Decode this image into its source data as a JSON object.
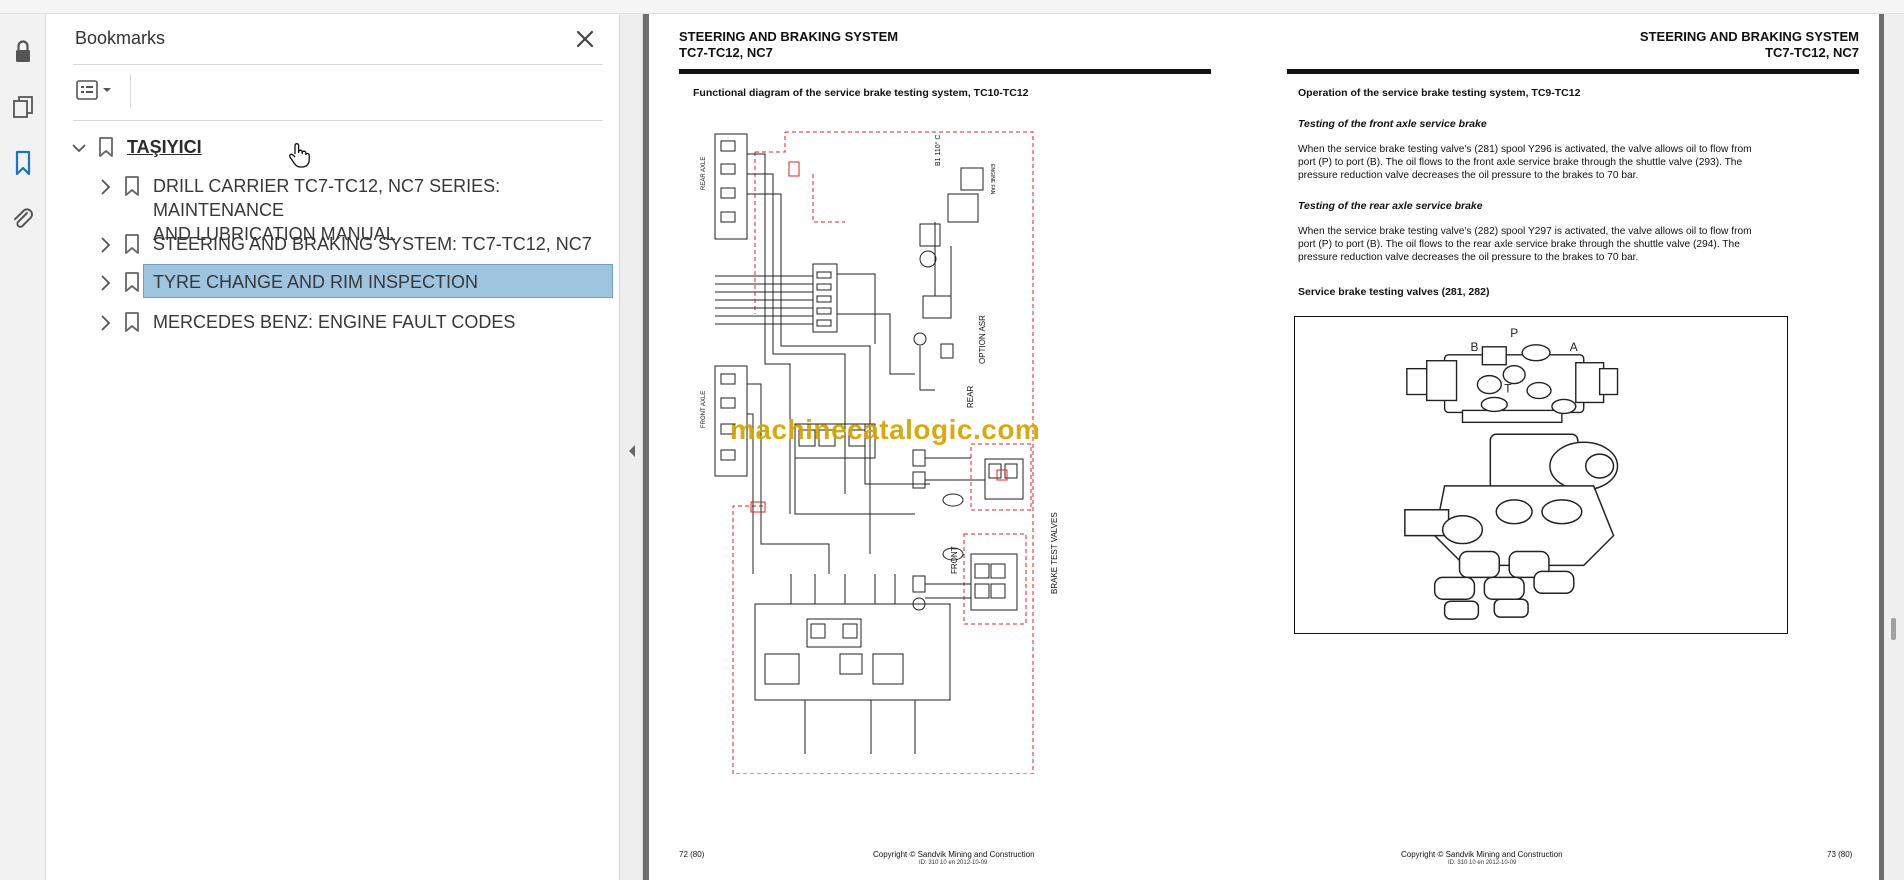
{
  "bookmarks_panel": {
    "title": "Bookmarks",
    "items": [
      {
        "label": "TAŞIYICI"
      },
      {
        "label": "DRILL CARRIER TC7-TC12, NC7 SERIES: MAINTENANCE",
        "label_line2": "AND LUBRICATION MANUAL"
      },
      {
        "label": "STEERING AND BRAKING SYSTEM: TC7-TC12, NC7"
      },
      {
        "label": "TYRE CHANGE AND RIM INSPECTION"
      },
      {
        "label": "MERCEDES BENZ: ENGINE FAULT CODES"
      }
    ],
    "selected_index": 3
  },
  "left_rail": {
    "icons": [
      "lock-icon",
      "pages-icon",
      "bookmark-icon",
      "paperclip-icon"
    ],
    "active": "bookmark-icon"
  },
  "page_left": {
    "header_title": "STEERING AND BRAKING SYSTEM",
    "header_sub": "TC7-TC12, NC7",
    "section_title": "Functional diagram of the service brake testing system, TC10-TC12",
    "watermark": "machinecatalogic.com",
    "diagram_labels": {
      "rear_axle": "REAR AXLE",
      "front_axle": "FRONT AXLE",
      "rear": "REAR",
      "front": "FRONT",
      "option_asr": "OPTION ASR",
      "brake_test_valves": "BRAKE TEST VALVES",
      "b1_temp": "B1 110° C",
      "engine_fan": "ENGINE FAN"
    },
    "footer_page": "72 (80)",
    "footer_copyright": "Copyright © Sandvik Mining and Construction",
    "footer_id": "ID: 310 10 en 2012-10-09"
  },
  "page_right": {
    "header_title": "STEERING AND BRAKING SYSTEM",
    "header_sub": "TC7-TC12, NC7",
    "section_title": "Operation of the service brake testing system, TC9-TC12",
    "front_title": "Testing of the front axle service brake",
    "front_text_1": "When the service brake testing valve's (281) spool Y296 is activated, the valve allows oil to flow from",
    "front_text_2": "port (P) to port (B). The oil flows to the front axle service brake through the shuttle valve (293). The",
    "front_text_3": "pressure reduction valve decreases the oil pressure to the brakes to 70 bar.",
    "rear_title": "Testing of the rear axle service brake",
    "rear_text_1": "When the service brake testing valve's (282) spool Y297 is activated, the valve allows oil to flow from",
    "rear_text_2": "port (P) to port (B). The oil flows to the rear axle service brake through the shuttle valve (294). The",
    "rear_text_3": "pressure reduction valve decreases the oil pressure to the brakes to 70 bar.",
    "valves_title": "Service brake testing valves (281, 282)",
    "valve_ports": {
      "p": "P",
      "b": "B",
      "a": "A",
      "t": "T"
    },
    "footer_page": "73 (80)",
    "footer_copyright": "Copyright © Sandvik Mining and Construction",
    "footer_id": "ID: 310 10 en 2012-10-09"
  },
  "colors": {
    "selection": "#9ec4e0",
    "selection_border": "#6d9fc7",
    "accent_blue": "#1a73c8",
    "watermark": "#d4a300",
    "diagram_red": "#e02020",
    "doc_background": "#6e6e6e"
  }
}
